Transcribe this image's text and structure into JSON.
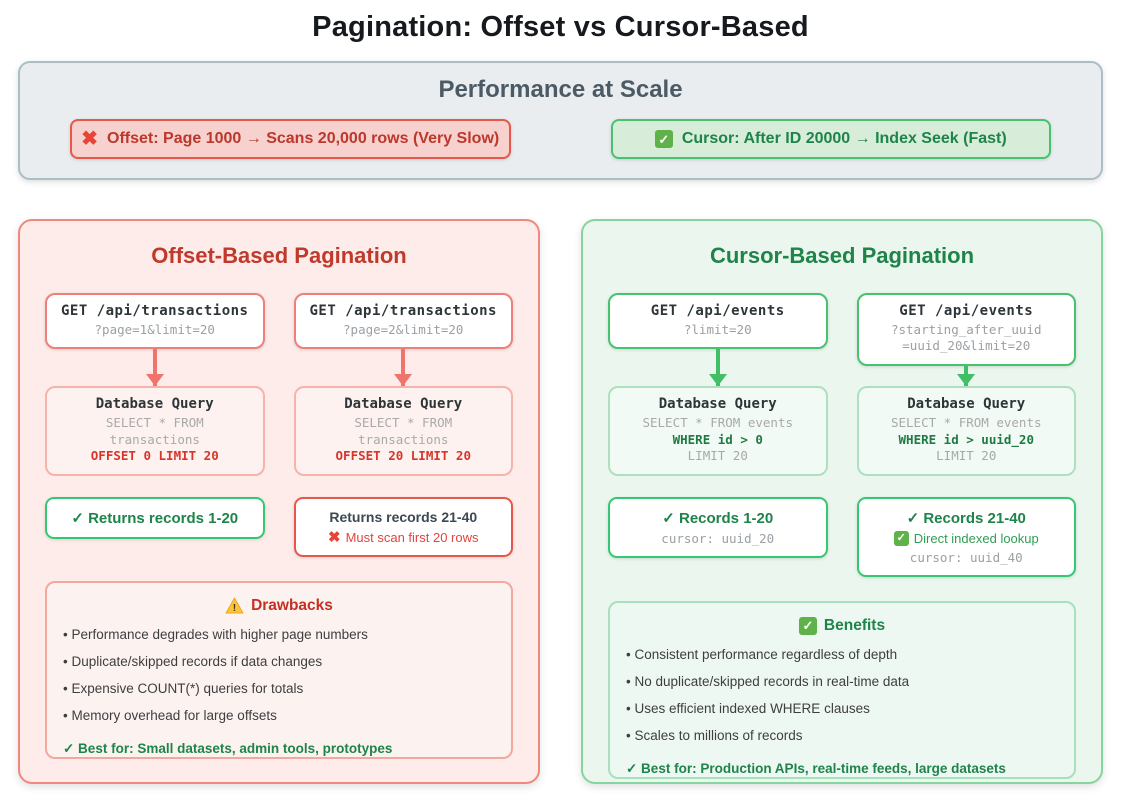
{
  "title": "Pagination: Offset vs Cursor-Based",
  "icons": {
    "cross": "✖",
    "check": "✓"
  },
  "performance": {
    "heading": "Performance at Scale",
    "offset_badge": "Offset: Page 1000 → Scans 20,000 rows (Very Slow)",
    "cursor_badge": "Cursor: After ID 20000 → Index Seek (Fast)"
  },
  "offset_panel": {
    "heading": "Offset-Based Pagination",
    "requests": [
      {
        "method": "GET /api/transactions",
        "query": "?page=1&limit=20"
      },
      {
        "method": "GET /api/transactions",
        "query": "?page=2&limit=20"
      }
    ],
    "queries": [
      {
        "title": "Database Query",
        "line1": "SELECT * FROM",
        "line2": "transactions",
        "highlight": "OFFSET 0 LIMIT 20"
      },
      {
        "title": "Database Query",
        "line1": "SELECT * FROM",
        "line2": "transactions",
        "highlight": "OFFSET 20 LIMIT 20"
      }
    ],
    "results": [
      {
        "text": "✓ Returns records 1-20"
      },
      {
        "text": "Returns records 21-40",
        "warning": "Must scan first 20 rows"
      }
    ],
    "notes": {
      "heading": "Drawbacks",
      "items": [
        "Performance degrades with higher page numbers",
        "Duplicate/skipped records if data changes",
        "Expensive COUNT(*) queries for totals",
        "Memory overhead for large offsets"
      ],
      "best_for": "✓ Best for: Small datasets, admin tools, prototypes"
    }
  },
  "cursor_panel": {
    "heading": "Cursor-Based Pagination",
    "requests": [
      {
        "method": "GET /api/events",
        "query": "?limit=20"
      },
      {
        "method": "GET /api/events",
        "query": "?starting_after_uuid",
        "query_line2": "=uuid_20&limit=20"
      }
    ],
    "queries": [
      {
        "title": "Database Query",
        "line1": "SELECT * FROM events",
        "highlight": "WHERE id > 0",
        "line2": "LIMIT 20"
      },
      {
        "title": "Database Query",
        "line1": "SELECT * FROM events",
        "highlight": "WHERE id > uuid_20",
        "line2": "LIMIT 20"
      }
    ],
    "results": [
      {
        "text": "✓ Records 1-20",
        "cursor": "cursor: uuid_20"
      },
      {
        "text": "✓ Records 21-40",
        "extra": "Direct indexed lookup",
        "cursor": "cursor: uuid_40"
      }
    ],
    "notes": {
      "heading": "Benefits",
      "items": [
        "Consistent performance regardless of depth",
        "No duplicate/skipped records in real-time data",
        "Uses efficient indexed WHERE clauses",
        "Scales to millions of records"
      ],
      "best_for": "✓ Best for: Production APIs, real-time feeds, large datasets"
    }
  }
}
